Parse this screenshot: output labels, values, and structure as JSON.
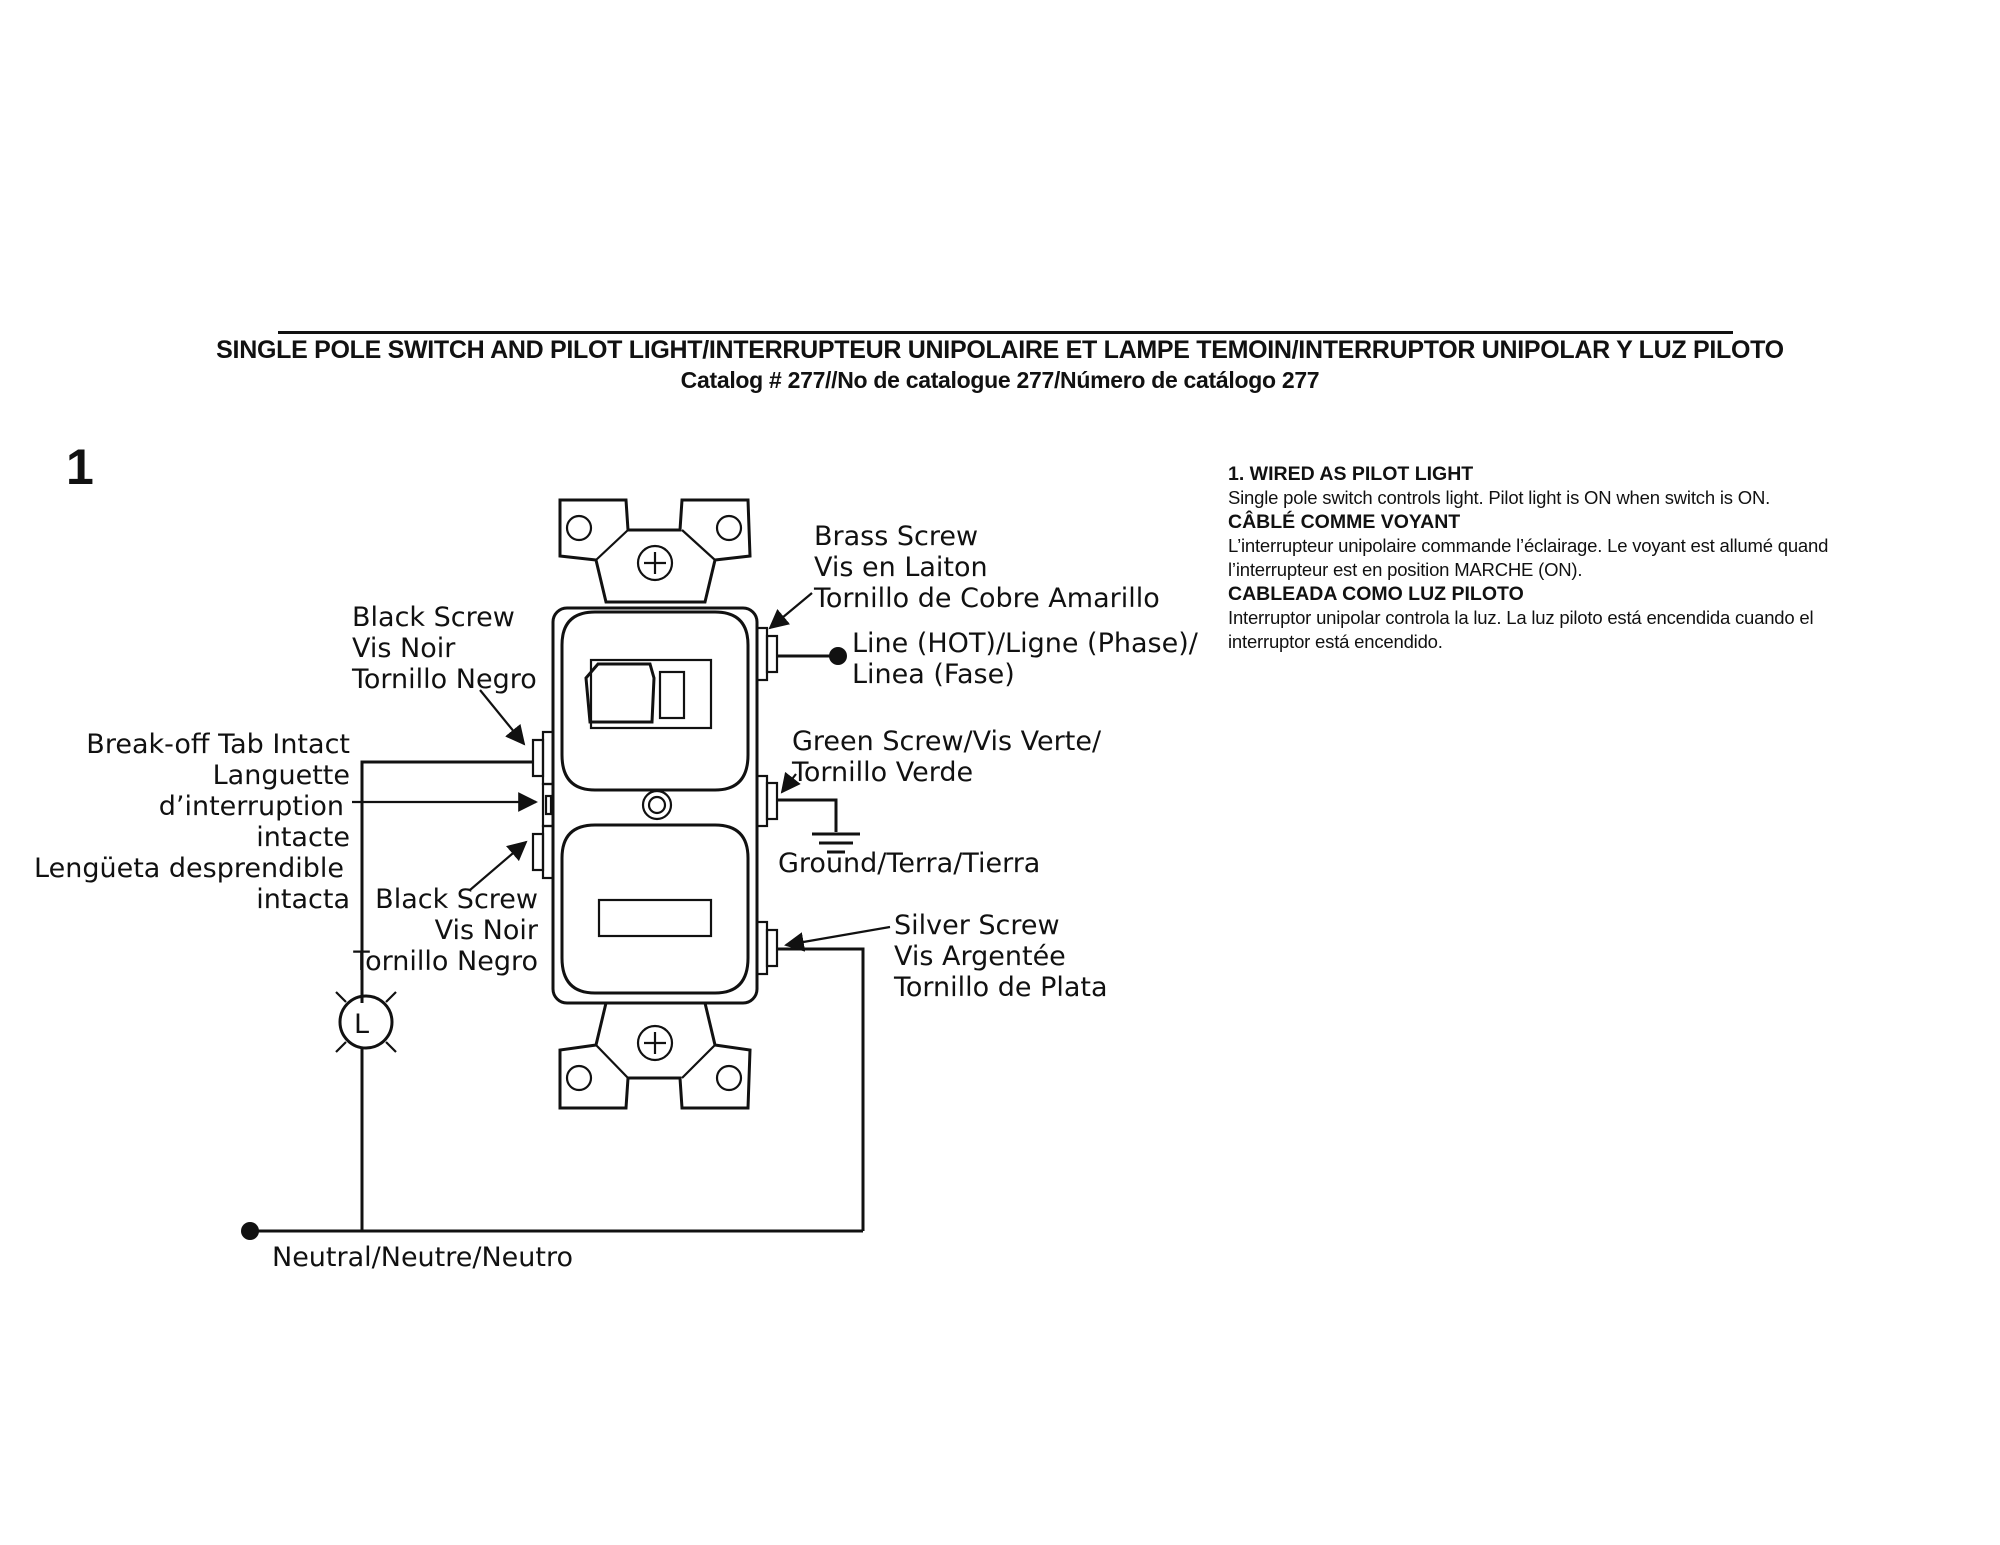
{
  "header": {
    "title": "SINGLE POLE SWITCH AND PILOT LIGHT/INTERRUPTEUR UNIPOLAIRE ET LAMPE TEMOIN/INTERRUPTOR UNIPOLAR Y LUZ PILOTO",
    "catalog": "Catalog # 277//No de catalogue 277/Número de catálogo 277"
  },
  "figure_number": "1",
  "notes": {
    "en_heading": "1.  WIRED AS PILOT LIGHT",
    "en_text": "Single pole switch controls light. Pilot light is ON when switch is ON.",
    "fr_heading": "CÂBLÉ COMME VOYANT",
    "fr_text_1": "L’interrupteur unipolaire commande l’éclairage. Le voyant est allumé quand",
    "fr_text_2": "l’interrupteur est en position MARCHE (ON).",
    "es_heading": "CABLEADA COMO LUZ PILOTO",
    "es_text_1": "Interruptor unipolar controla la luz. La luz piloto está encendida cuando el",
    "es_text_2": "interruptor está encendido."
  },
  "labels": {
    "brass_screw": [
      "Brass Screw",
      "Vis en Laiton",
      "Tornillo de Cobre Amarillo"
    ],
    "line_hot": [
      "Line (HOT)/Ligne (Phase)/",
      "Linea (Fase)"
    ],
    "black_screw_top": [
      "Black Screw",
      "Vis Noir",
      "Tornillo Negro"
    ],
    "break_off_tab": [
      "Break-off Tab Intact",
      "Languette",
      "d’interruption",
      "intacte",
      "Lengüeta desprendible",
      "intacta"
    ],
    "green_screw": [
      "Green Screw/Vis Verte/",
      "Tornillo Verde"
    ],
    "ground": "Ground/Terra/Tierra",
    "black_screw_bottom": [
      "Black Screw",
      "Vis Noir",
      "Tornillo Negro"
    ],
    "silver_screw": [
      "Silver Screw",
      "Vis Argentée",
      "Tornillo de Plata"
    ],
    "lamp_letter": "L",
    "neutral": "Neutral/Neutre/Neutro"
  }
}
